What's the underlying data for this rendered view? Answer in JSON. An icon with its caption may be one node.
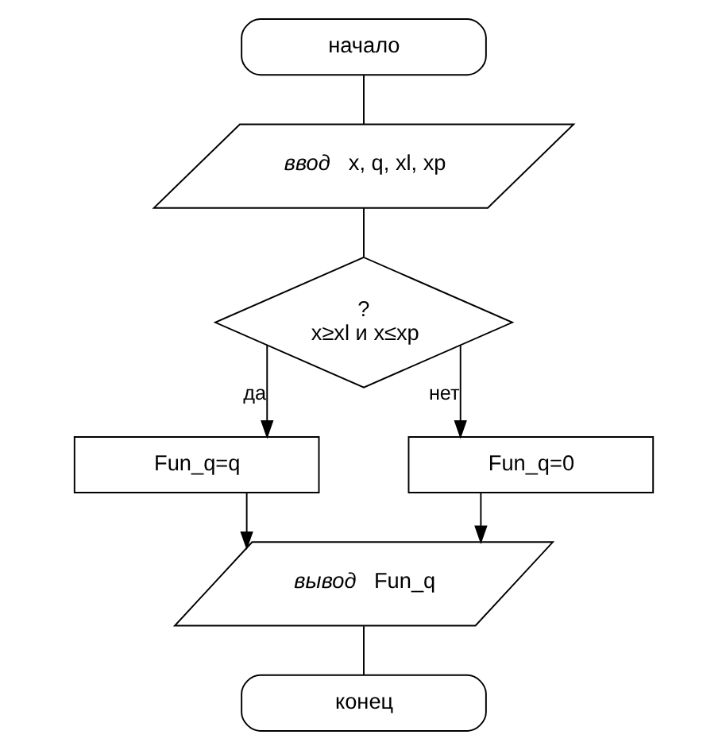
{
  "diagram": {
    "nodes": [
      {
        "text": [
          "начало"
        ]
      },
      {
        "text": [
          "ввод",
          "x, q, xl, xp"
        ]
      },
      {
        "text": [
          "?",
          "x≥xl и x≤xp"
        ]
      },
      {
        "text": [
          "Fun_q=q"
        ]
      },
      {
        "text": [
          "Fun_q=0"
        ]
      },
      {
        "text": [
          "вывод",
          "Fun_q"
        ]
      },
      {
        "text": [
          "конец"
        ]
      }
    ],
    "edges": [
      {
        "from": 0,
        "to": 1,
        "arrow": "none"
      },
      {
        "from": 1,
        "to": 2,
        "arrow": "none"
      },
      {
        "from": 2,
        "to": 3,
        "arrow": "to",
        "label": "да"
      },
      {
        "from": 2,
        "to": 4,
        "arrow": "to",
        "label": "нет"
      },
      {
        "from": 3,
        "to": 5,
        "arrow": "to"
      },
      {
        "from": 4,
        "to": 5,
        "arrow": "to"
      },
      {
        "from": 5,
        "to": 6,
        "arrow": "none"
      }
    ]
  }
}
